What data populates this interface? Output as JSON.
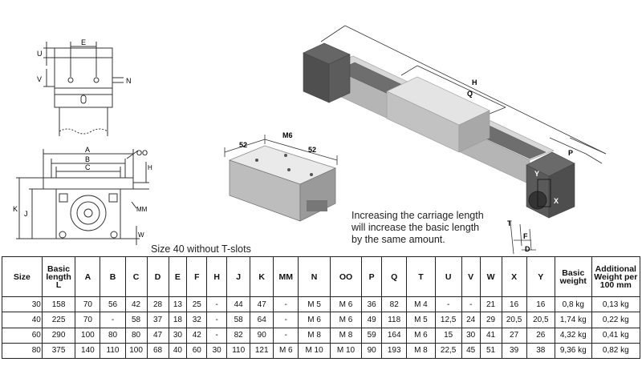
{
  "drawings": {
    "top_view": {
      "labels": [
        "E",
        "U",
        "V",
        "N"
      ]
    },
    "end_view": {
      "labels": [
        "A",
        "B",
        "C",
        "OO",
        "H",
        "K",
        "J",
        "MM",
        "W"
      ]
    },
    "carriage": {
      "labels": [
        "52",
        "M6",
        "52"
      ]
    },
    "actuator": {
      "labels": [
        "H",
        "Q",
        "P",
        "Y",
        "X",
        "T",
        "F",
        "D"
      ]
    }
  },
  "caption_size40": "Size 40 without T-slots",
  "note_lines": [
    "Increasing the carriage length",
    "will increase the basic length",
    "by the same amount."
  ],
  "table": {
    "headers": [
      "Size",
      "Basic length L",
      "A",
      "B",
      "C",
      "D",
      "E",
      "F",
      "H",
      "J",
      "K",
      "MM",
      "N",
      "OO",
      "P",
      "Q",
      "T",
      "U",
      "V",
      "W",
      "X",
      "Y",
      "Basic weight",
      "Additional Weight per 100 mm"
    ],
    "rows": [
      [
        "30",
        "158",
        "70",
        "56",
        "42",
        "28",
        "13",
        "25",
        "-",
        "44",
        "47",
        "-",
        "M 5",
        "M 6",
        "36",
        "82",
        "M 4",
        "-",
        "-",
        "21",
        "16",
        "16",
        "0,8 kg",
        "0,13 kg"
      ],
      [
        "40",
        "225",
        "70",
        "-",
        "58",
        "37",
        "18",
        "32",
        "-",
        "58",
        "64",
        "-",
        "M 6",
        "M 6",
        "49",
        "118",
        "M 5",
        "12,5",
        "24",
        "29",
        "20,5",
        "20,5",
        "1,74 kg",
        "0,22 kg"
      ],
      [
        "60",
        "290",
        "100",
        "80",
        "80",
        "47",
        "30",
        "42",
        "-",
        "82",
        "90",
        "-",
        "M 8",
        "M 8",
        "59",
        "164",
        "M 6",
        "15",
        "30",
        "41",
        "27",
        "26",
        "4,32 kg",
        "0,41 kg"
      ],
      [
        "80",
        "375",
        "140",
        "110",
        "100",
        "68",
        "40",
        "60",
        "30",
        "110",
        "121",
        "M 6",
        "M 10",
        "M 10",
        "90",
        "193",
        "M 8",
        "22,5",
        "45",
        "51",
        "39",
        "38",
        "9,36 kg",
        "0,82 kg"
      ]
    ]
  }
}
